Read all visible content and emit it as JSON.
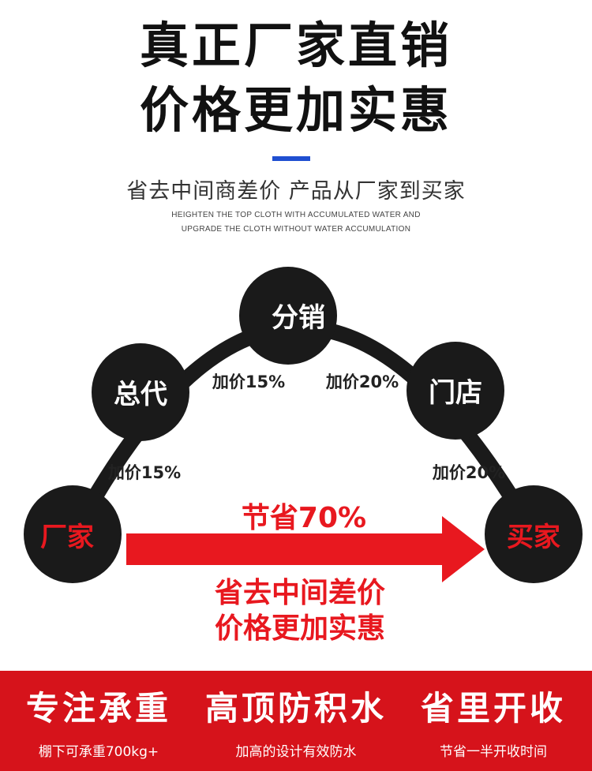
{
  "header": {
    "title_line1": "真正厂家直销",
    "title_line2": "价格更加实惠",
    "subtitle": "省去中间商差价 产品从厂家到买家",
    "en_line1": "HEIGHTEN THE TOP CLOTH WITH ACCUMULATED WATER AND",
    "en_line2": "UPGRADE THE CLOTH WITHOUT WATER ACCUMULATION",
    "accent_color": "#1f4fd1"
  },
  "diagram": {
    "nodes": {
      "factory": "厂家",
      "general_agent": "总代",
      "distributor": "分销",
      "store": "门店",
      "buyer": "买家"
    },
    "markups": {
      "factory_to_agent": "加价15%",
      "agent_to_distributor": "加价15%",
      "distributor_to_store": "加价20%",
      "store_to_buyer": "加价20%"
    },
    "savings": "节省70%",
    "slogan_line1": "省去中间差价",
    "slogan_line2": "价格更加实惠",
    "colors": {
      "node": "#1a1a1a",
      "red": "#e8181f",
      "white_text": "#ffffff"
    }
  },
  "features": [
    {
      "title": "专注承重",
      "sub": "棚下可承重700kg+"
    },
    {
      "title": "高顶防积水",
      "sub": "加高的设计有效防水"
    },
    {
      "title": "省里开收",
      "sub": "节省一半开收时间"
    }
  ],
  "footer_color": "#d6131b"
}
